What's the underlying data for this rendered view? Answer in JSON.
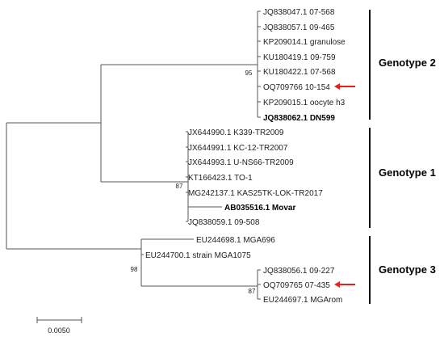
{
  "tips": [
    {
      "id": "t1",
      "label": "JQ838047.1 07-568",
      "bold": false
    },
    {
      "id": "t2",
      "label": "JQ838057.1 09-465",
      "bold": false
    },
    {
      "id": "t3",
      "label": "KP209014.1 granulose",
      "bold": false
    },
    {
      "id": "t4",
      "label": "KU180419.1 09-759",
      "bold": false
    },
    {
      "id": "t5",
      "label": "KU180422.1 07-568",
      "bold": false
    },
    {
      "id": "t6",
      "label": "OQ709766 10-154",
      "bold": false,
      "arrow": true
    },
    {
      "id": "t7",
      "label": "KP209015.1 oocyte h3",
      "bold": false
    },
    {
      "id": "t8",
      "label": "JQ838062.1 DN599",
      "bold": true
    },
    {
      "id": "t9",
      "label": "JX644990.1 K339-TR2009",
      "bold": false
    },
    {
      "id": "t10",
      "label": "JX644991.1 KC-12-TR2007",
      "bold": false
    },
    {
      "id": "t11",
      "label": "JX644993.1 U-NS66-TR2009",
      "bold": false
    },
    {
      "id": "t12",
      "label": "KT166423.1 TO-1",
      "bold": false
    },
    {
      "id": "t13",
      "label": "MG242137.1 KAS25TK-LOK-TR2017",
      "bold": false
    },
    {
      "id": "t14",
      "label": "AB035516.1 Movar",
      "bold": true
    },
    {
      "id": "t15",
      "label": "JQ838059.1 09-508",
      "bold": false
    },
    {
      "id": "t16",
      "label": "EU244698.1 MGA696",
      "bold": false
    },
    {
      "id": "t17",
      "label": "EU244700.1 strain MGA1075",
      "bold": false
    },
    {
      "id": "t18",
      "label": "JQ838056.1 09-227",
      "bold": false
    },
    {
      "id": "t19",
      "label": "OQ709765 07-435",
      "bold": false,
      "arrow": true
    },
    {
      "id": "t20",
      "label": "EU244697.1 MGArom",
      "bold": false
    }
  ],
  "bootstrap": [
    {
      "node": "genotype-2-node",
      "value": "95"
    },
    {
      "node": "genotype-1-node",
      "value": "87"
    },
    {
      "node": "genotype-3-node",
      "value": "98"
    },
    {
      "node": "genotype-3-subclade-node",
      "value": "87"
    }
  ],
  "genotypes": [
    {
      "label": "Genotype 2"
    },
    {
      "label": "Genotype 1"
    },
    {
      "label": "Genotype 3"
    }
  ],
  "scale_bar": {
    "label": "0.0050"
  },
  "colors": {
    "arrow": "#e8201c",
    "branch": "#555555",
    "text": "#222222"
  }
}
